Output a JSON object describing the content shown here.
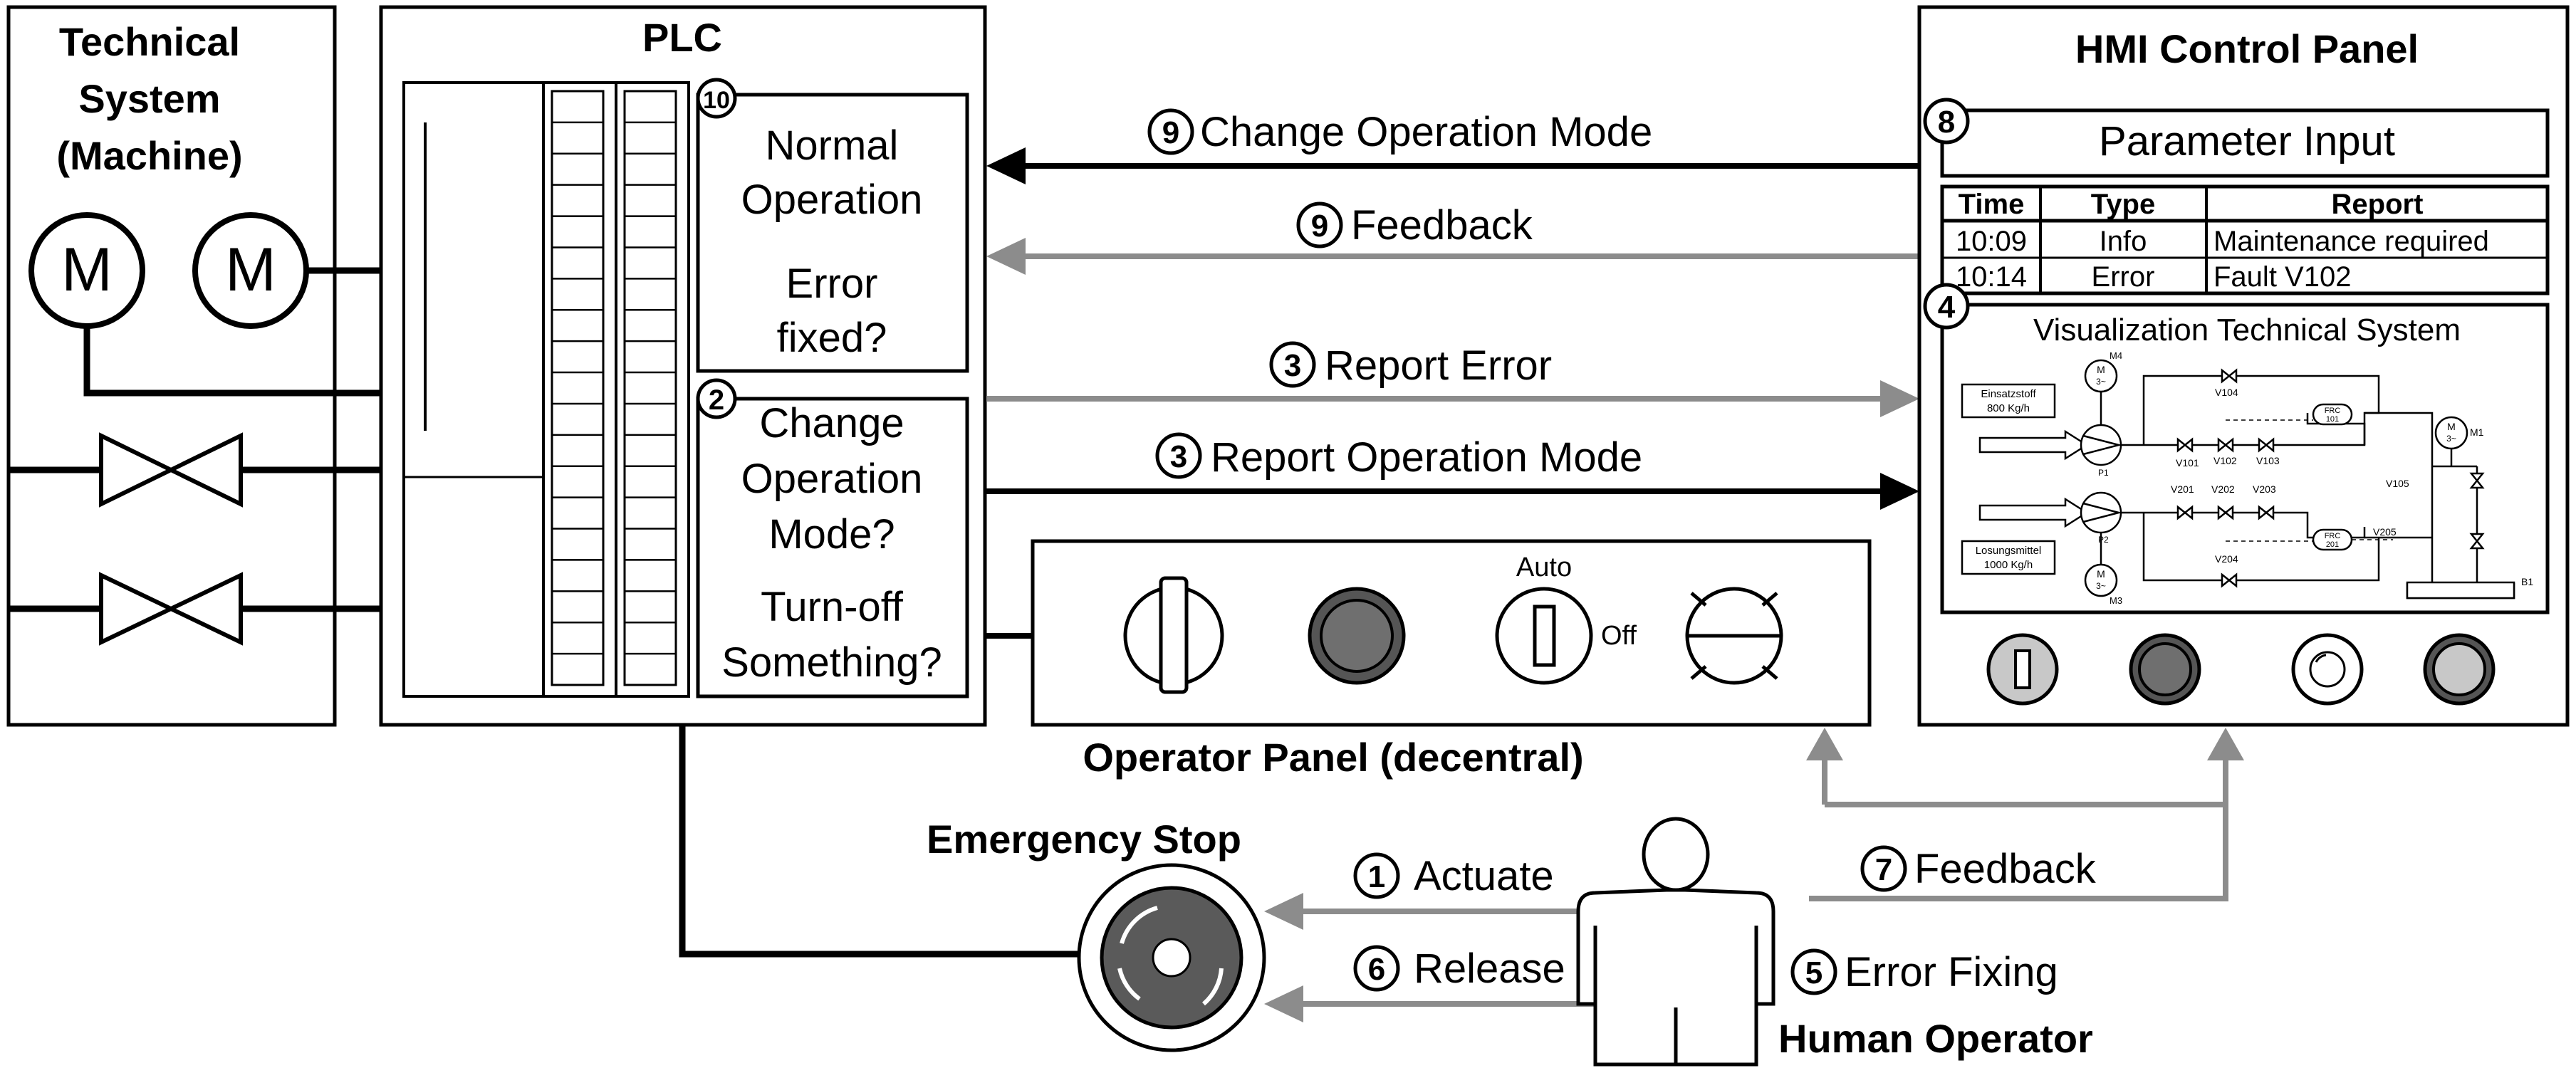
{
  "technical_system": {
    "title_lines": [
      "Technical",
      "System",
      "(Machine)"
    ],
    "motor_label": "M"
  },
  "plc": {
    "title": "PLC",
    "box_top": {
      "marker": "10",
      "lines": [
        "Normal",
        "Operation"
      ],
      "question_lines": [
        "Error",
        "fixed?"
      ]
    },
    "box_bottom": {
      "marker": "2",
      "lines": [
        "Change",
        "Operation",
        "Mode?"
      ],
      "question_lines": [
        "Turn-off",
        "Something?"
      ]
    }
  },
  "arrows": {
    "change_mode": {
      "marker": "9",
      "label": "Change Operation Mode"
    },
    "feedback_top": {
      "marker": "9",
      "label": "Feedback"
    },
    "report_error": {
      "marker": "3",
      "label": "Report Error"
    },
    "report_mode": {
      "marker": "3",
      "label": "Report Operation Mode"
    },
    "actuate": {
      "marker": "1",
      "label": "Actuate"
    },
    "release": {
      "marker": "6",
      "label": "Release"
    },
    "feedback_operator": {
      "marker": "7",
      "label": "Feedback"
    },
    "error_fixing": {
      "marker": "5",
      "label": "Error Fixing"
    }
  },
  "hmi": {
    "title": "HMI Control Panel",
    "param": {
      "marker": "8",
      "label": "Parameter Input"
    },
    "table": {
      "headers": [
        "Time",
        "Type",
        "Report"
      ],
      "rows": [
        [
          "10:09",
          "Info",
          "Maintenance required"
        ],
        [
          "10:14",
          "Error",
          "Fault V102"
        ]
      ]
    },
    "visualization": {
      "marker": "4",
      "title": "Visualization Technical System",
      "input1": {
        "line1": "Einsatzstoff",
        "line2": "800 Kg/h"
      },
      "input2": {
        "line1": "Losungsmittel",
        "line2": "1000 Kg/h"
      },
      "labels": {
        "m4": "M4",
        "m3": "M3",
        "m1": "M1",
        "m": "M",
        "m3phase": "3~",
        "p1": "P1",
        "p2": "P2",
        "v101": "V101",
        "v102": "V102",
        "v103": "V103",
        "v104": "V104",
        "v105": "V105",
        "v201": "V201",
        "v202": "V202",
        "v203": "V203",
        "v204": "V204",
        "v205": "V205",
        "frc101": "FRC",
        "frc101b": "101",
        "frc201": "FRC",
        "frc201b": "201",
        "b1": "B1"
      }
    }
  },
  "operator_panel": {
    "title": "Operator Panel (decentral)",
    "auto_label": "Auto",
    "off_label": "Off"
  },
  "emergency_stop": {
    "title": "Emergency Stop"
  },
  "human_operator": {
    "title": "Human Operator"
  },
  "colors": {
    "black": "#000000",
    "gray": "#8c8c8c",
    "dark_gray": "#555555",
    "light_gray": "#c8c8c8",
    "button_gray": "#6f6f6f"
  }
}
